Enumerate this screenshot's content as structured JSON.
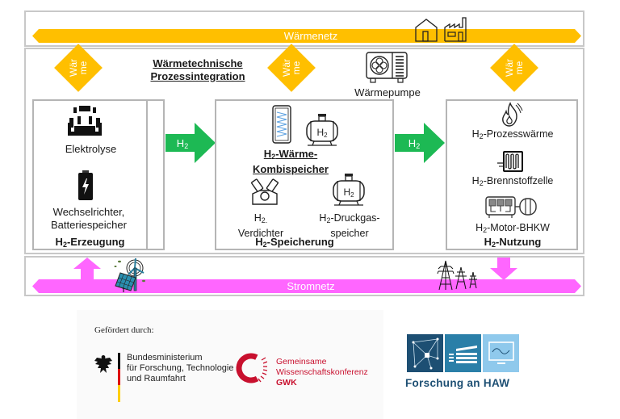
{
  "heat_network": {
    "label": "Wärmenetz",
    "color": "#ffbf00",
    "icons": [
      "house-icon",
      "factory-icon"
    ]
  },
  "power_grid": {
    "label": "Stromnetz",
    "color": "#ff66ff",
    "icons": [
      "solar-wind-icon",
      "power-pylons-icon"
    ]
  },
  "heat_diamonds": [
    {
      "line1": "Wär",
      "line2": "me"
    },
    {
      "line1": "Wär",
      "line2": "me"
    },
    {
      "line1": "Wär",
      "line2": "me"
    }
  ],
  "process_integration": {
    "line1": "Wärmetechnische",
    "line2": "Prozessintegration"
  },
  "heat_pump": {
    "label": "Wärmepumpe"
  },
  "h2_arrows": [
    {
      "label": "H",
      "sub": "2"
    },
    {
      "label": "H",
      "sub": "2"
    }
  ],
  "generation": {
    "title_pre": "H",
    "title_sub": "2",
    "title_post": "-Erzeugung",
    "items": [
      {
        "label": "Elektrolyse",
        "icon": "electrolyzer-icon"
      },
      {
        "line1": "Wechselrichter,",
        "line2": "Batteriespeicher",
        "icon": "battery-icon"
      }
    ]
  },
  "storage": {
    "title_pre": "H",
    "title_sub": "2",
    "title_post": "-Speicherung",
    "combi": {
      "line1_pre": "H",
      "line1_sub": "2",
      "line1_post": "-Wärme-",
      "line2": "Kombispeicher"
    },
    "compressor": {
      "line1_pre": "H",
      "line1_sub": "2.",
      "line2": "Verdichter"
    },
    "pressure_tank": {
      "line1_pre": "H",
      "line1_sub": "2",
      "line1_post": "-Druckgas-",
      "line2": "speicher"
    },
    "tank_label": "H2",
    "tank_label_pre": "H",
    "tank_label_sub": "2"
  },
  "usage": {
    "title_pre": "H",
    "title_sub": "2",
    "title_post": "-Nutzung",
    "items": [
      {
        "pre": "H",
        "sub": "2",
        "post": "-Prozesswärme",
        "icon": "flame-icon"
      },
      {
        "pre": "H",
        "sub": "2",
        "post": "-Brennstoffzelle",
        "icon": "fuel-cell-icon"
      },
      {
        "pre": "H",
        "sub": "2",
        "post": "-Motor-BHKW",
        "icon": "engine-chp-icon"
      }
    ]
  },
  "footer": {
    "funded_by": "Gefördert durch:",
    "bmftr": {
      "line1": "Bundesministerium",
      "line2": "für Forschung, Technologie",
      "line3": "und Raumfahrt"
    },
    "gwk": {
      "line1": "Gemeinsame",
      "line2": "Wissenschaftskonferenz",
      "line3": "GWK",
      "color": "#c8102e"
    },
    "haw": {
      "label": "Forschung an HAW",
      "color": "#1d4f73"
    }
  }
}
